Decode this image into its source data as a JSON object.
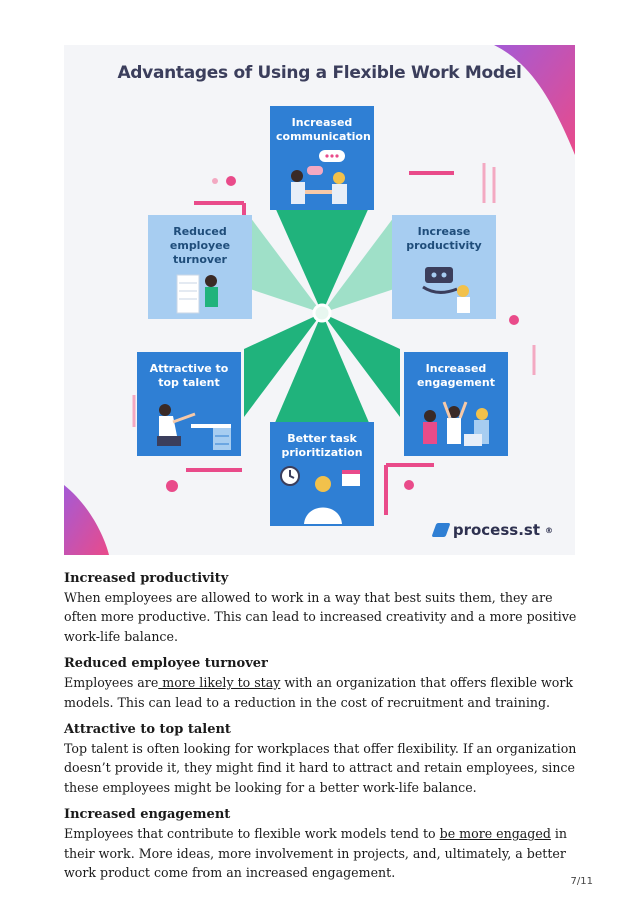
{
  "infographic": {
    "title": "Advantages of Using a Flexible Work Model",
    "logo_text": "process.st",
    "logo_mark": "®",
    "cards": {
      "top": "Increased\ncommunication",
      "upper_left": "Reduced\nemployee\nturnover",
      "upper_right": "Increase\nproductivity",
      "lower_left": "Attractive to\ntop talent",
      "lower_right": "Increased\nengagement",
      "bottom": "Better task\nprioritization"
    },
    "colors": {
      "dark_card": "#2f7fd4",
      "light_card": "#a7cdf1",
      "green": "#20b37c",
      "mint": "#9fe0c8",
      "pink": "#e94b8a",
      "purple": "#a45ad6"
    }
  },
  "sections": [
    {
      "heading": "Increased productivity",
      "text_before": "When employees are allowed to work in a way that best suits them, they are often more productive. This can lead to increased creativity and a more positive work-life balance.",
      "link": "",
      "text_after": ""
    },
    {
      "heading": "Reduced employee turnover",
      "text_before": "Employees are",
      "link": " more likely to stay",
      "text_after": " with an organization that offers flexible work models. This can lead to a reduction in the cost of recruitment and training."
    },
    {
      "heading": "Attractive to top talent",
      "text_before": "Top talent is often looking for workplaces that offer flexibility. If an organization doesn’t provide it, they might find it hard to attract and retain employees, since these employees might be looking for a better work-life balance.",
      "link": "",
      "text_after": ""
    },
    {
      "heading": "Increased engagement",
      "text_before": "Employees that contribute to flexible work models tend to ",
      "link": "be more engaged",
      "text_after": " in their work. More ideas, more involvement in projects, and, ultimately, a better work product come from an increased engagement."
    }
  ],
  "page_number": "7/11"
}
